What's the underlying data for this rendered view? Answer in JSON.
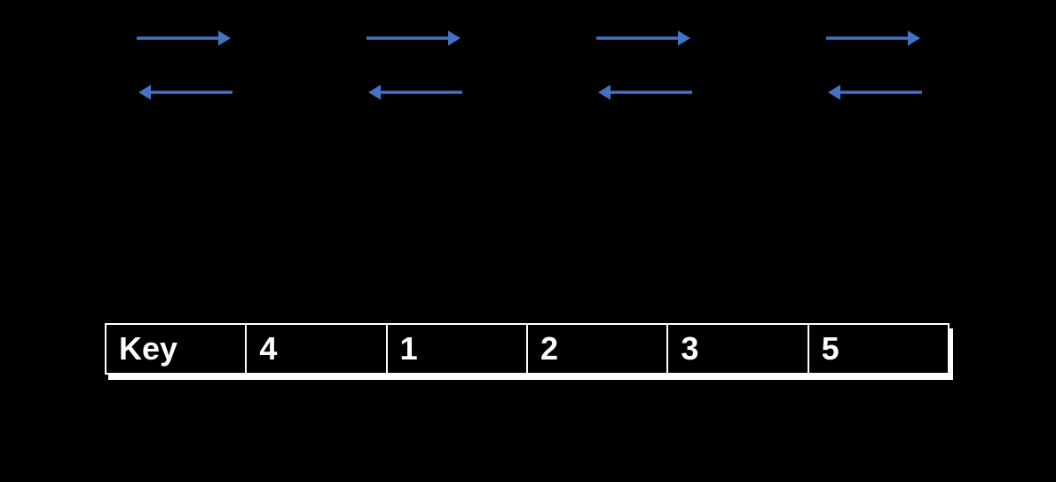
{
  "canvas": {
    "background": "#000000"
  },
  "colors": {
    "arrow": "#4472C4",
    "table_border": "#ffffff",
    "table_text": "#ffffff",
    "cell_background": "#000000"
  },
  "diagram": {
    "arrow_pairs": 4,
    "top_row_direction": "right",
    "bottom_row_direction": "left"
  },
  "table": {
    "cells": [
      "Key",
      "4",
      "1",
      "2",
      "3",
      "5"
    ]
  }
}
